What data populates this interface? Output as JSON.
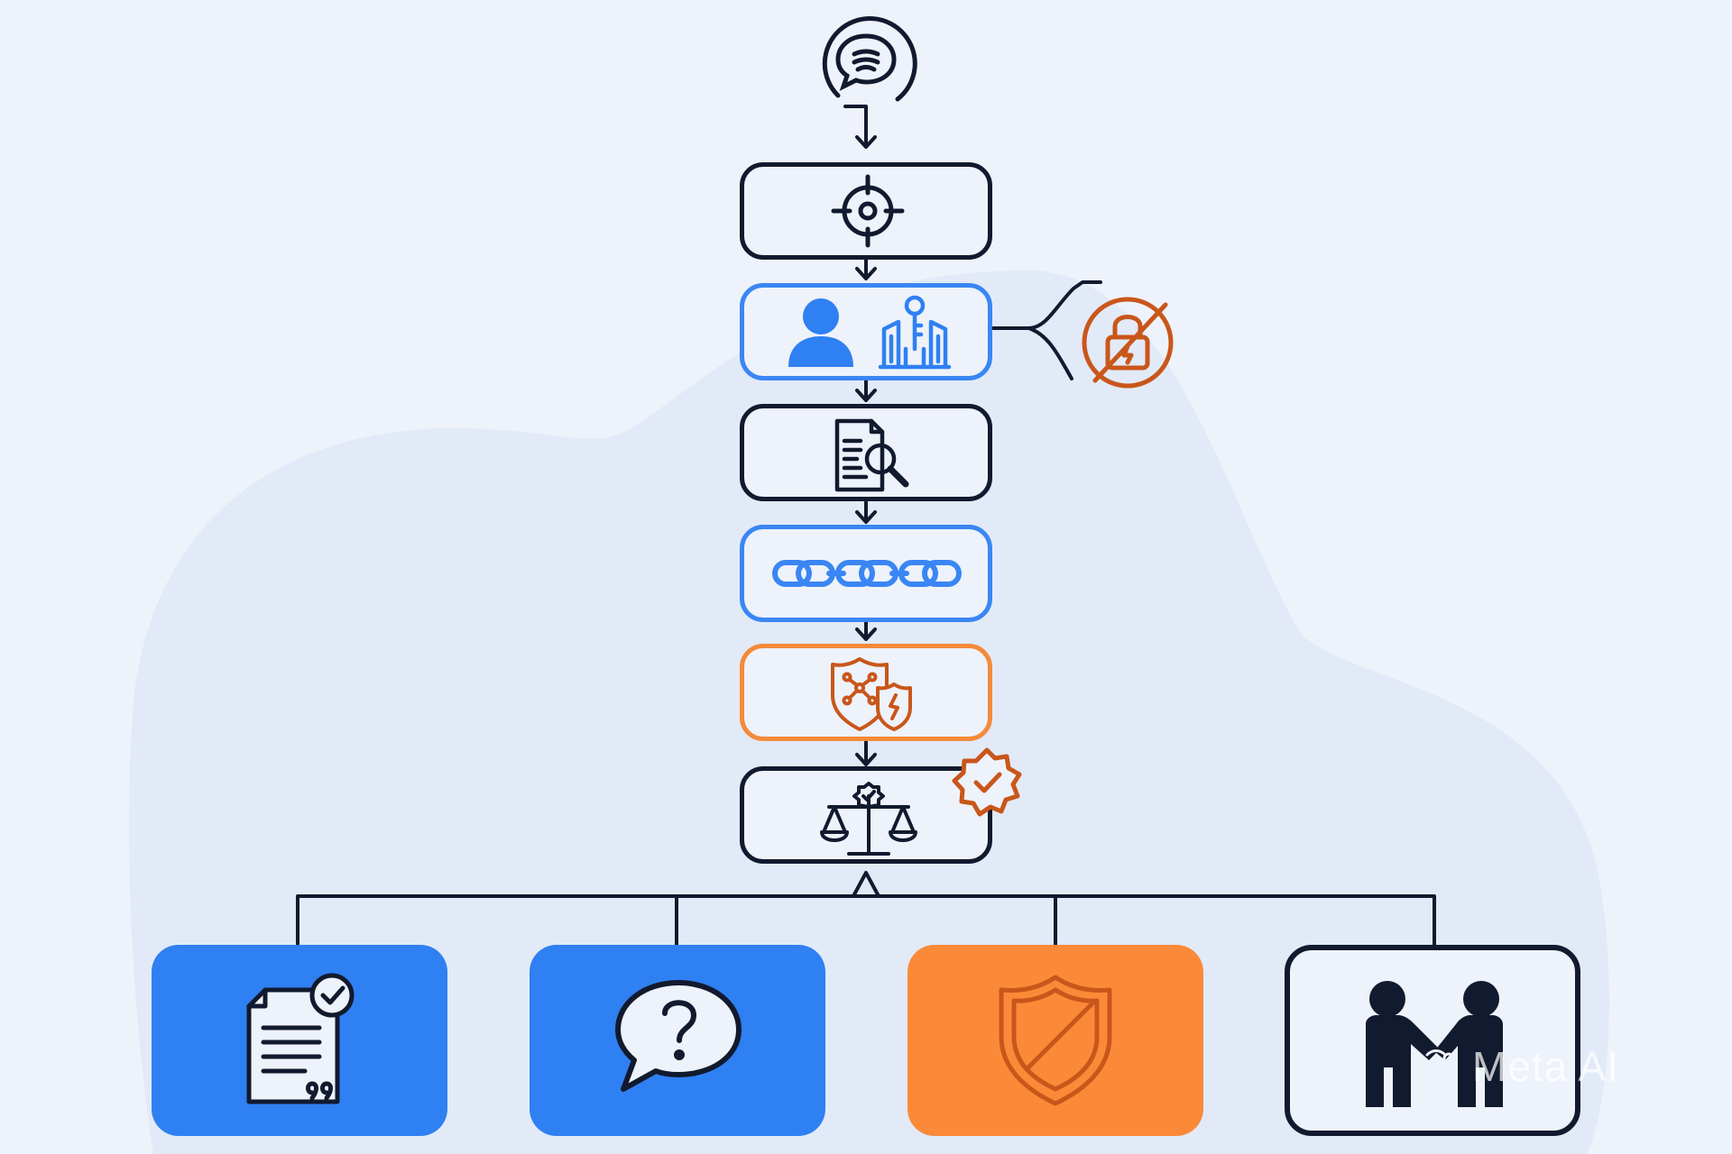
{
  "diagram": {
    "start": {
      "icon": "speech-bubble-icon"
    },
    "stages": [
      {
        "name": "target",
        "icons": [
          "crosshair-icon"
        ],
        "style": "dark"
      },
      {
        "name": "identity-access",
        "icons": [
          "user-icon",
          "building-key-icon"
        ],
        "style": "blue",
        "branch": {
          "icon": "lock-prohibited-icon"
        }
      },
      {
        "name": "document-review",
        "icons": [
          "document-search-icon"
        ],
        "style": "dark"
      },
      {
        "name": "linkage",
        "icons": [
          "chain-links-icon"
        ],
        "style": "blue"
      },
      {
        "name": "threat-protection",
        "icons": [
          "shield-network-icon"
        ],
        "style": "orange"
      },
      {
        "name": "legal-balance",
        "icons": [
          "scales-justice-icon"
        ],
        "style": "dark",
        "badge": {
          "icon": "verified-badge-icon"
        }
      }
    ],
    "outcomes": [
      {
        "name": "approved-document",
        "icon": "document-check-quote-icon",
        "style": "blue"
      },
      {
        "name": "question",
        "icon": "question-bubble-icon",
        "style": "blue"
      },
      {
        "name": "blocked-shield",
        "icon": "shield-slash-icon",
        "style": "orange"
      },
      {
        "name": "agreement",
        "icon": "handshake-people-icon",
        "style": "dark"
      }
    ]
  },
  "colors": {
    "dark": "#111a2e",
    "blue": "#2f80f2",
    "blueOutline": "#3a86f4",
    "orange": "#fb8a38",
    "rust": "#c9561a",
    "background": "#eef2fa",
    "blob": "#e2eaf8"
  },
  "watermark": "Meta AI"
}
